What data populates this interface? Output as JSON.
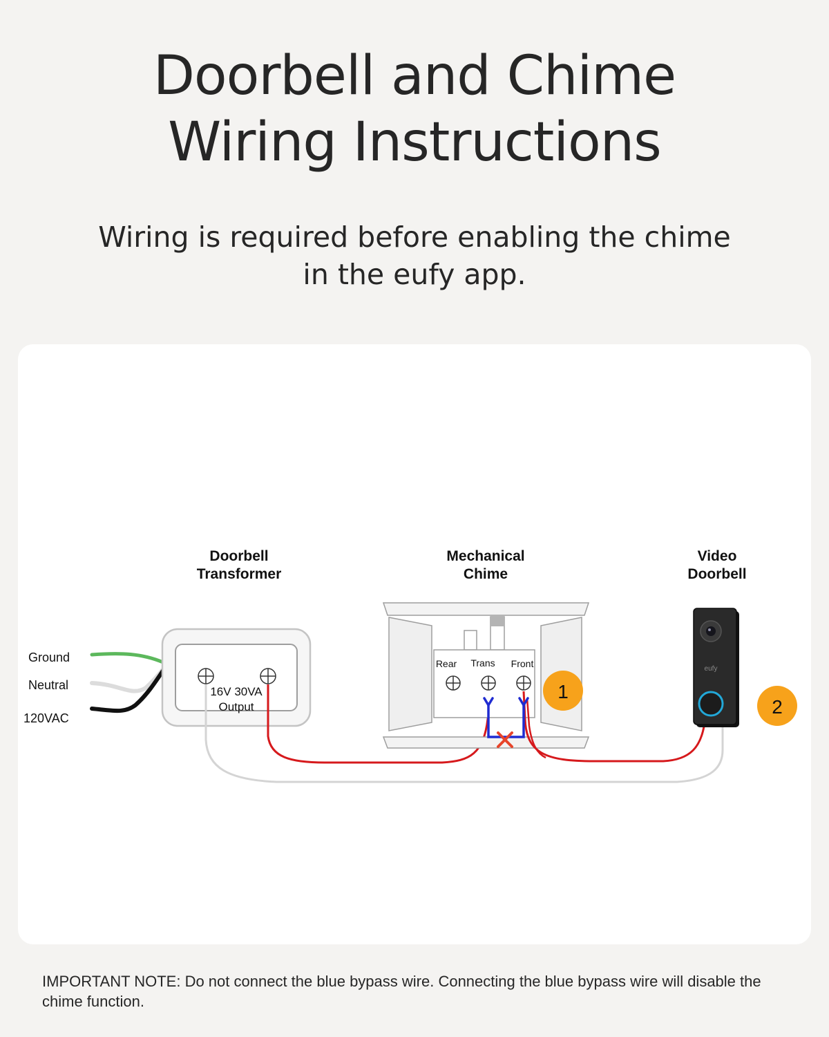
{
  "title": {
    "line1": "Doorbell and Chime",
    "line2": "Wiring Instructions"
  },
  "subtitle": {
    "line1": "Wiring is required before enabling the chime",
    "line2": "in the eufy app."
  },
  "diagram": {
    "transformer": {
      "heading_line1": "Doorbell",
      "heading_line2": "Transformer",
      "rating": "16V 30VA",
      "output": "Output"
    },
    "chime": {
      "heading_line1": "Mechanical",
      "heading_line2": "Chime",
      "terminals": [
        "Rear",
        "Trans",
        "Front"
      ]
    },
    "doorbell": {
      "heading_line1": "Video",
      "heading_line2": "Doorbell",
      "brand": "eufy"
    },
    "mains_wires": [
      "Ground",
      "Neutral",
      "120VAC"
    ],
    "step_badges": [
      "1",
      "2"
    ],
    "colors": {
      "live_wire": "#d6191c",
      "return_wire": "#d4d4d4",
      "bypass_wire": "#1f2bd1",
      "bypass_cross": "#e8442a",
      "ground_wire": "#5cb85c",
      "badge": "#f7a21b"
    }
  },
  "note": "IMPORTANT NOTE: Do not connect the blue bypass wire. Connecting the blue bypass wire will disable the chime function."
}
